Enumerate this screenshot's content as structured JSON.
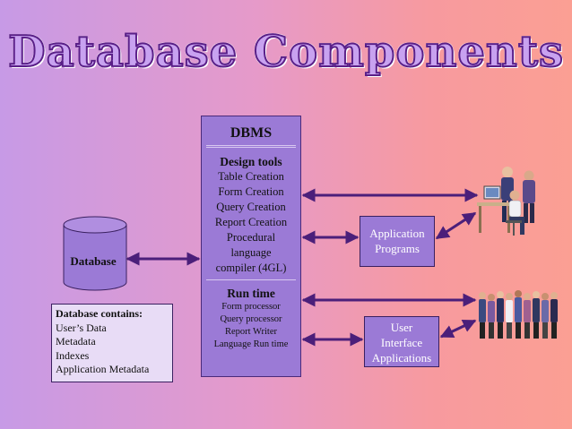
{
  "title": "Database Components",
  "dbms": {
    "heading": "DBMS",
    "design_tools": {
      "heading": "Design tools",
      "items": [
        "Table Creation",
        "Form Creation",
        "Query Creation",
        "Report Creation",
        "Procedural",
        "language",
        "compiler (4GL)"
      ]
    },
    "run_time": {
      "heading": "Run time",
      "items": [
        "Form processor",
        "Query processor",
        "Report Writer",
        "Language Run time"
      ]
    }
  },
  "database": {
    "label": "Database"
  },
  "contains": {
    "heading": "Database contains:",
    "items": [
      "User’s Data",
      "Metadata",
      "Indexes",
      "Application Metadata"
    ]
  },
  "application_programs": {
    "line1": "Application",
    "line2": "Programs"
  },
  "user_interface": {
    "line1": "User",
    "line2": "Interface",
    "line3": "Applications"
  },
  "colors": {
    "box_fill": "#9b7ad6",
    "arrow": "#4b1f7a",
    "title_fill": "#c8a2f0",
    "title_stroke": "#5a1f88"
  },
  "icons": {
    "workstation": "people-at-computer-icon",
    "group": "group-of-people-icon"
  }
}
